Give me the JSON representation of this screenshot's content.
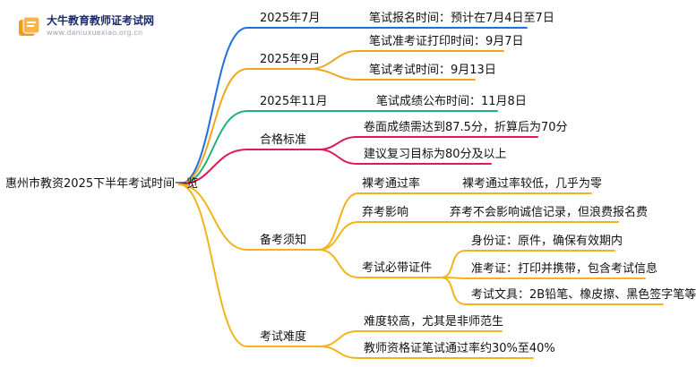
{
  "logo": {
    "name": "大牛教育教师证考试网",
    "url": "www.daniuxuexiao.org.cn"
  },
  "root": "惠州市教资2025下半年考试时间一览",
  "branches": {
    "b1": {
      "label": "2025年7月",
      "items": [
        "笔试报名时间：预计在7月4日至7日"
      ]
    },
    "b2": {
      "label": "2025年9月",
      "items": [
        "笔试准考证打印时间：9月7日",
        "笔试考试时间：9月13日"
      ]
    },
    "b3": {
      "label": "2025年11月",
      "items": [
        "笔试成绩公布时间：11月8日"
      ]
    },
    "b4": {
      "label": "合格标准",
      "items": [
        "卷面成绩需达到87.5分，折算后为70分",
        "建议复习目标为80分及以上"
      ]
    },
    "b5": {
      "label": "备考须知",
      "sub1": {
        "label": "裸考通过率",
        "detail": "裸考通过率较低，几乎为零"
      },
      "sub2": {
        "label": "弃考影响",
        "detail": "弃考不会影响诚信记录，但浪费报名费"
      },
      "sub3": {
        "label": "考试必带证件",
        "items": [
          "身份证：原件，确保有效期内",
          "准考证：打印并携带，包含考试信息",
          "考试文具：2B铅笔、橡皮擦、黑色签字笔等"
        ]
      }
    },
    "b6": {
      "label": "考试难度",
      "items": [
        "难度较高，尤其是非师范生",
        "教师资格证笔试通过率约30%至40%"
      ]
    }
  },
  "colors": {
    "blue": "#1f6fe0",
    "orange": "#f2a51c",
    "green": "#1fb07e",
    "crimson": "#e0195c",
    "gold": "#f2b418",
    "logo_orange": "#f29a1f"
  }
}
